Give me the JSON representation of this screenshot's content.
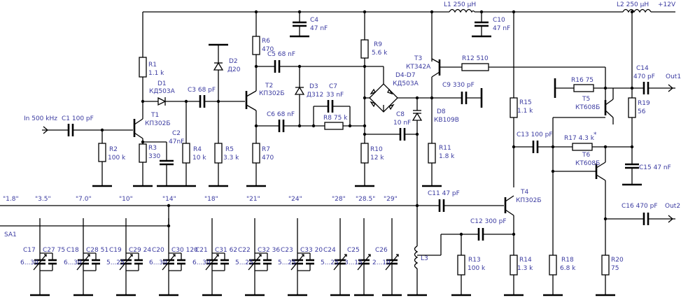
{
  "supply": {
    "label": "+12V"
  },
  "input": {
    "label": "In 500 kHz"
  },
  "outputs": [
    {
      "label": "Out1"
    },
    {
      "label": "Out2"
    }
  ],
  "switch": {
    "label": "SA1"
  },
  "bands": [
    "\"1.8\"",
    "\"3.5\"",
    "\"7.0\"",
    "\"10\"",
    "\"14\"",
    "\"18\"",
    "\"21\"",
    "\"24\"",
    "\"28\"",
    "\"28.5\"",
    "\"29\""
  ],
  "components": {
    "C1": "C1 100 pF",
    "R1_a": "R1",
    "R1_b": "1.1 k",
    "D1_a": "D1",
    "D1_b": "КД503А",
    "T1_a": "T1",
    "T1_b": "КП302Б",
    "R2_a": "R2",
    "R2_b": "100 k",
    "R3_a": "R3",
    "R3_b": "330",
    "C2_a": "C2",
    "C2_b": "47nF",
    "C3": "C3 68 pF",
    "R4_a": "R4",
    "R4_b": "10 k",
    "D2_a": "D2",
    "D2_b": "Д20",
    "R5_a": "R5",
    "R5_b": "3.3 k",
    "R6_a": "R6",
    "R6_b": "470",
    "C4_a": "C4",
    "C4_b": "47 nF",
    "C5": "C5 68 nF",
    "T2_a": "T2",
    "T2_b": "КП302Б",
    "D3_a": "D3",
    "D3_b": "Д312",
    "C7_a": "C7",
    "C7_b": "33 nF",
    "R8": "R8 75 k",
    "C6": "C6 68 nF",
    "R7_a": "R7",
    "R7_b": "470",
    "R9_a": "R9",
    "R9_b": "5.6 k",
    "D4_a": "D4-D7",
    "D4_b": "КД503А",
    "C8_a": "C8",
    "C8_b": "10 nF",
    "R10_a": "R10",
    "R10_b": "12 k",
    "T3_a": "T3",
    "T3_b": "КТ342А",
    "L1": "L1 250 µH",
    "C10_a": "C10",
    "C10_b": "47 nF",
    "R12": "R12 510",
    "C9": "C9 330 pF",
    "D8_a": "D8",
    "D8_b": "КВ109В",
    "R11_a": "R11",
    "R11_b": "1.8 k",
    "R15_a": "R15",
    "R15_b": "1.1 k",
    "L2": "L2 250 µH",
    "C14_a": "C14",
    "C14_b": "470 pF",
    "R16": "R16 75",
    "T5_a": "T5",
    "T5_b": "КТ608Б",
    "R19_a": "R19",
    "R19_b": "56",
    "C13": "C13 100 pF",
    "R17": "R17 4.3 k",
    "star": "*",
    "T6_a": "T6",
    "T6_b": "КТ608Б",
    "C15": "C15 47 nF",
    "C11": "C11 47 pF",
    "T4_a": "T4",
    "T4_b": "КП302Б",
    "C12": "C12 300 pF",
    "C16": "C16 470 pF",
    "R13_a": "R13",
    "R13_b": "100 k",
    "R14_a": "R14",
    "R14_b": "1.3 k",
    "R18_a": "R18",
    "R18_b": "6.8 k",
    "R20_a": "R20",
    "R20_b": "75",
    "L3": "L3"
  },
  "trimmers": [
    {
      "c": "C17",
      "t": "C27 75",
      "r": "6...30"
    },
    {
      "c": "C18",
      "t": "C28 51",
      "r": "6...30"
    },
    {
      "c": "C19",
      "t": "C29 24",
      "r": "5...25"
    },
    {
      "c": "C20",
      "t": "C30 120",
      "r": "6...30"
    },
    {
      "c": "C21",
      "t": "C31 62",
      "r": "6...30"
    },
    {
      "c": "C22",
      "t": "C32 36",
      "r": "5...25"
    },
    {
      "c": "C23",
      "t": "C33 20",
      "r": "5...25"
    },
    {
      "c": "C24",
      "t": "",
      "r": "5...25"
    },
    {
      "c": "C25",
      "t": "",
      "r": "3...15"
    },
    {
      "c": "C26",
      "t": "",
      "r": "2...10"
    }
  ]
}
